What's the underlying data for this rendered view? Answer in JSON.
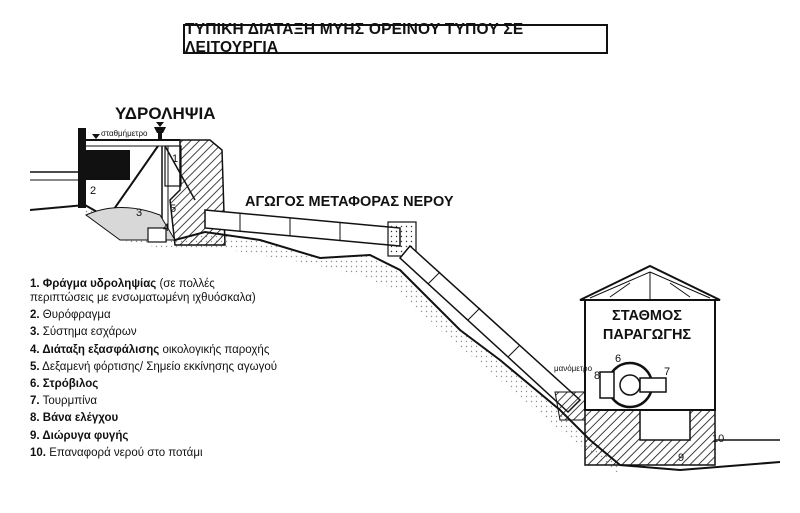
{
  "title": "ΤΥΠΙΚΗ ΔΙΑΤΑΞΗ ΜΥΗΣ ΟΡΕΙΝΟΥ ΤΥΠΟΥ ΣΕ ΛΕΙΤΟΥΡΓΙΑ",
  "labels": {
    "intake": "ΥΔΡΟΛΗΨΙΑ",
    "gauge": "σταθμήμετρο",
    "penstock": "ΑΓΩΓΟΣ ΜΕΤΑΦΟΡΑΣ ΝΕΡΟΥ",
    "plant_line1": "ΣΤΑΘΜΟΣ",
    "plant_line2": "ΠΑΡΑΓΩΓΗΣ",
    "pressure_gauge": "μανόμετρο"
  },
  "markers": [
    "1",
    "2",
    "3",
    "4",
    "5",
    "6",
    "7",
    "8",
    "9",
    "10"
  ],
  "legend": [
    {
      "key": "1. Φράγμα υδροληψίας",
      "text": " (σε πολλές",
      "line2": "περιπτώσεις με ενσωματωμένη  ιχθυόσκαλα)"
    },
    {
      "key": "2.",
      "text": " Θυρόφραγμα"
    },
    {
      "key": "3.",
      "text": " Σύστημα εσχάρων"
    },
    {
      "key": "4. Διάταξη εξασφάλισης",
      "text": " οικολογικής παροχής"
    },
    {
      "key": "5.",
      "text": " Δεξαμενή φόρτισης/ Σημείο εκκίνησης αγωγού"
    },
    {
      "key": "6. Στρόβιλος",
      "text": ""
    },
    {
      "key": "7.",
      "text": " Τουρμπίνα"
    },
    {
      "key": "8. Βάνα ελέγχου",
      "text": ""
    },
    {
      "key": "9. Διώρυγα φυγής",
      "text": ""
    },
    {
      "key": "10.",
      "text": " Επαναφορά νερού στο ποτάμι"
    }
  ]
}
